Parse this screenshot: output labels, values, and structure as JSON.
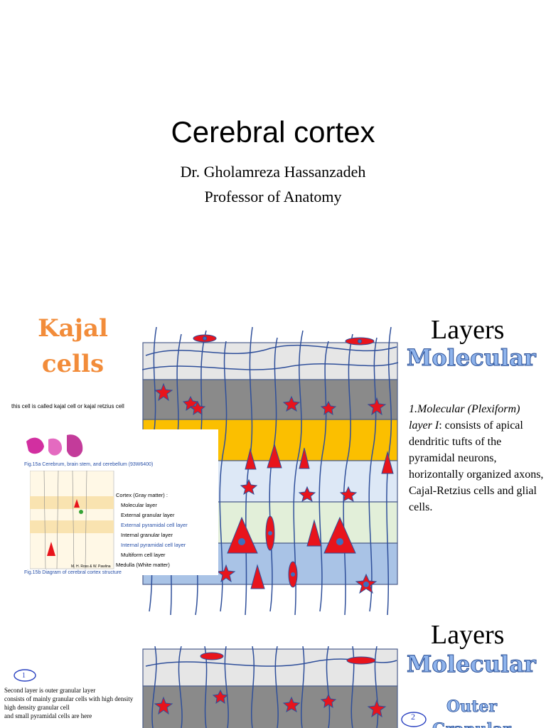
{
  "slide1": {
    "title": "Cerebral cortex",
    "author": "Dr. Gholamreza Hassanzadeh",
    "role": "Professor of Anatomy"
  },
  "slide2": {
    "kajal_line1": "Kajal",
    "kajal_line2": "cells",
    "kajal_caption": "this cell is called kajal cell or kajal retzius cell",
    "heading": "Layers",
    "subheading": "Molecular",
    "desc_italic": "1.Molecular (Plexiform) layer I",
    "desc_rest": ": consists of apical dendritic tufts of the pyramidal neurons, horizontally organized axons, Cajal-Retzius cells and glial cells.",
    "inset": {
      "fig_a": "Fig.15a Cerebrum, brain stem, and cerebellum (93W6400)",
      "fig_b": "Fig.15b Diagram of cerebral cortex structure",
      "credit": "M. H. Ross & W. Pawlina",
      "cortex_title": "Cortex (Gray matter) :",
      "layers": [
        "Molecular layer",
        "External granular layer",
        "External pyramidal cell layer",
        "Internal granular layer",
        "Internal pyramidal cell layer",
        "Multiform cell layer"
      ],
      "medulla": "Medulla (White matter)"
    }
  },
  "slide3": {
    "heading": "Layers",
    "subheading": "Molecular",
    "circle1": "1",
    "circle2": "2",
    "note_l1": "Second layer is outer granular layer",
    "note_l2": "consists of mainly granular cells with high density",
    "note_l3": " high density granular cell",
    "note_l4": "and small pyramidal cells are here",
    "outer_label": "Outer",
    "granular_label": "Granular"
  },
  "colors": {
    "kajal_orange": "#f28c3a",
    "molecular_blue": "#8fb4ec",
    "layer_gray": "#e6e6e6",
    "layer_dark": "#8a8a8a",
    "layer_yellow": "#fbbf00",
    "layer_lightblue": "#dde8f6",
    "layer_lightgreen": "#e2efd9",
    "layer_blue": "#a9c3e6",
    "neuron_red": "#e8141c",
    "neuron_blue": "#3d6fbf"
  }
}
